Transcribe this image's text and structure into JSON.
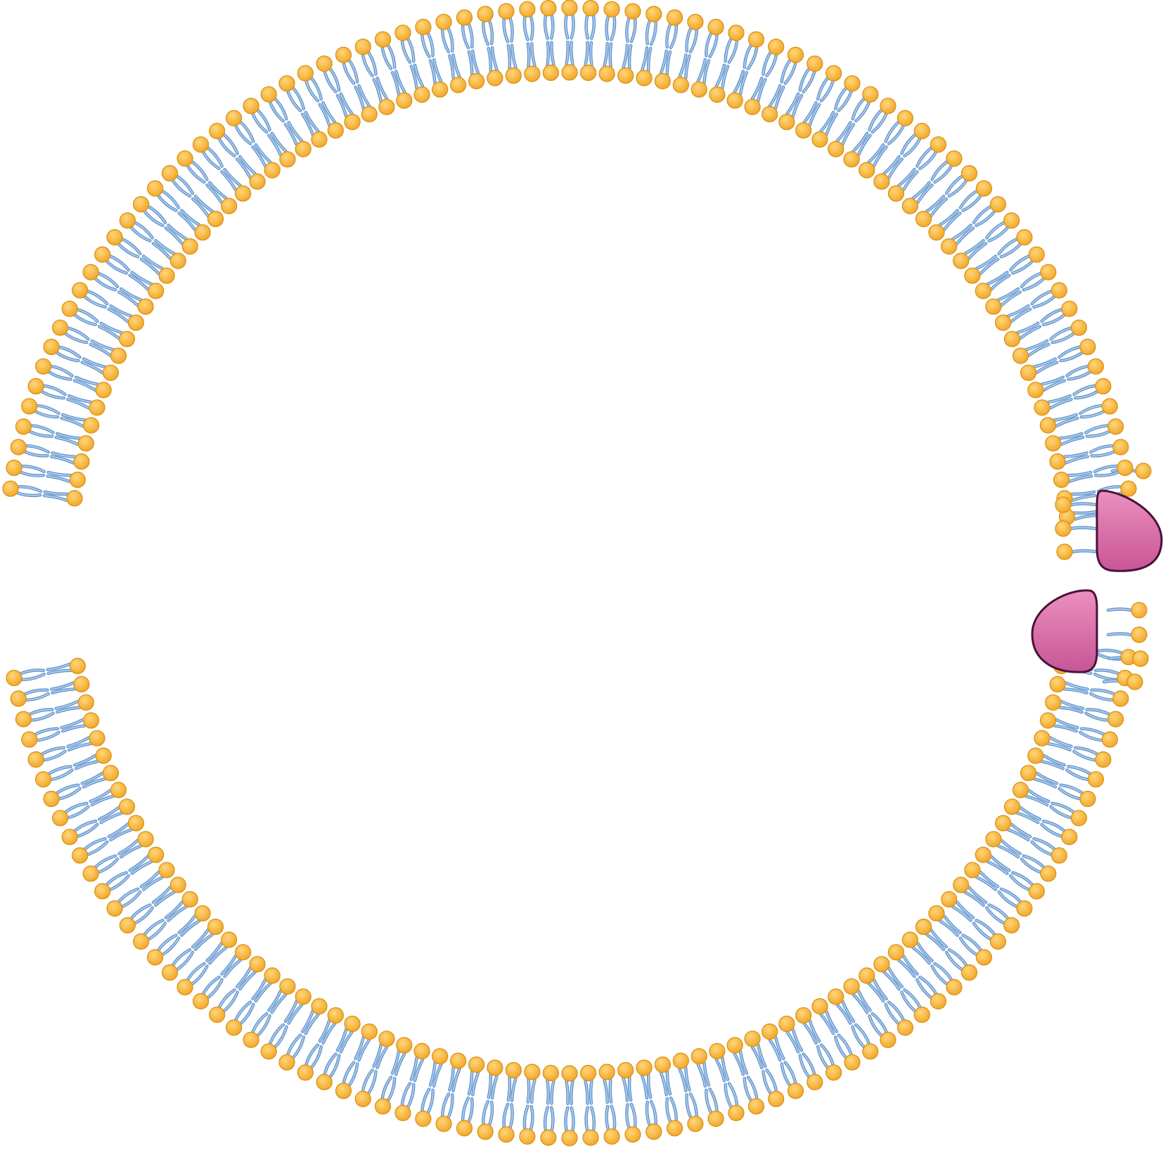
{
  "diagram": {
    "subject": "phospholipid-bilayer-vesicle",
    "colors": {
      "background": "#ffffff",
      "head_fill": "#f6b63a",
      "head_stroke": "#d98f10",
      "tail_fill": "#a9c8ea",
      "tail_stroke": "#5a8ec8",
      "protein_fill": "#d96aa6",
      "protein_highlight": "#e88cbb",
      "protein_stroke": "#4a1238"
    },
    "gap_side": "left",
    "protein_count": 2,
    "protein_side": "right"
  }
}
